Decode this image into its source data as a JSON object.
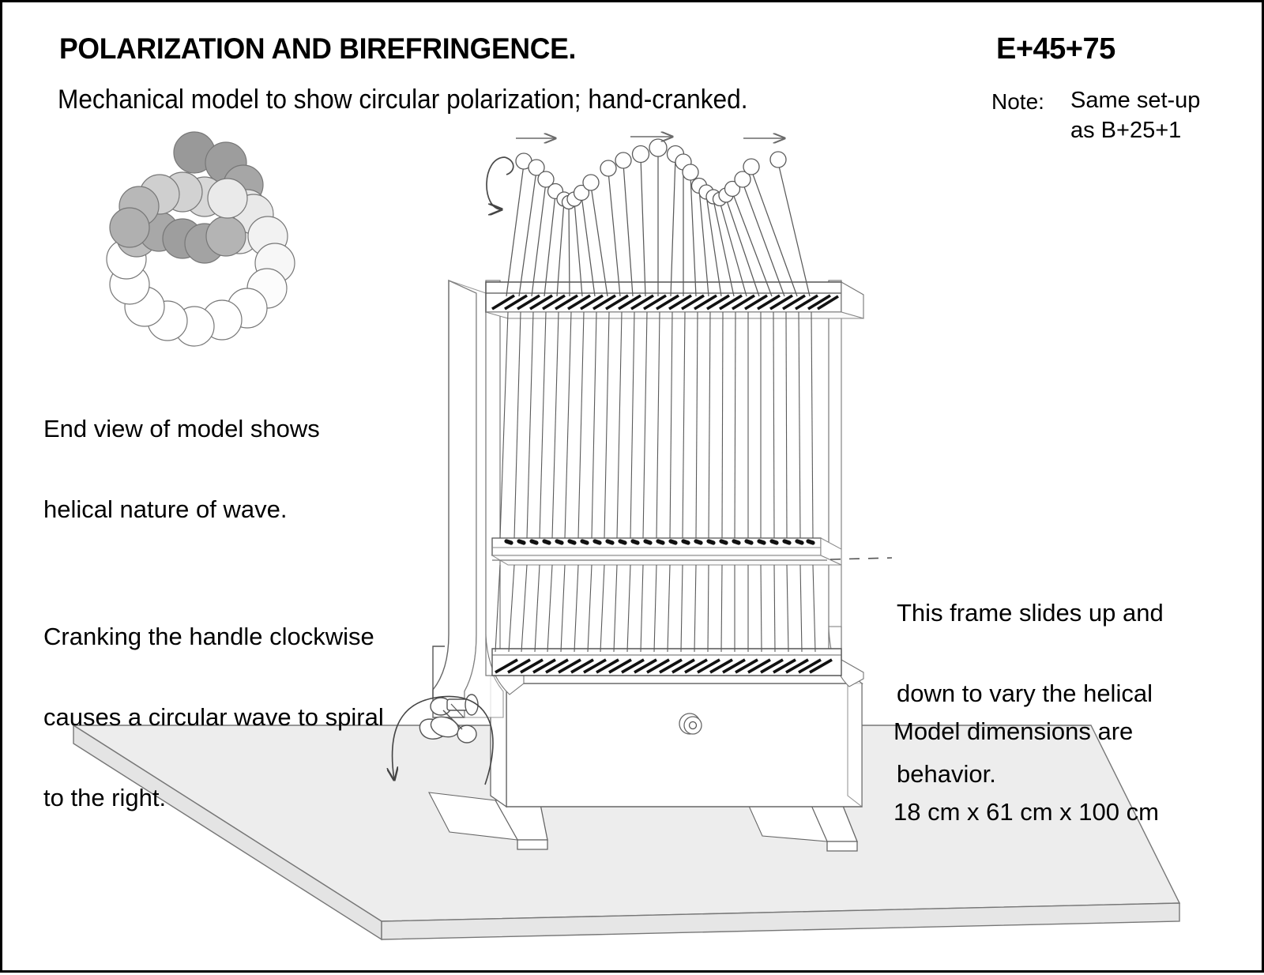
{
  "header": {
    "title": "POLARIZATION AND BIREFRINGENCE.",
    "code": "E+45+75",
    "subtitle": "Mechanical model to show circular polarization; hand-cranked.",
    "note_label": "Note:",
    "note_line1": "Same set-up",
    "note_line2": "as B+25+1"
  },
  "captions": {
    "end_view_line1": "End view of model shows",
    "end_view_line2": "helical nature of wave.",
    "crank_line1": "Cranking the handle clockwise",
    "crank_line2": "causes a circular wave to spiral",
    "crank_line3": "to the right.",
    "frame_line1": "This frame slides up and",
    "frame_line2": "down to vary the helical",
    "frame_line3": "behavior.",
    "dims_line1": "Model dimensions are",
    "dims_line2": "18 cm x 61 cm x 100 cm"
  },
  "colors": {
    "ink": "#000000",
    "line": "#555555",
    "light_line": "#888888",
    "table_top": "#ededed",
    "table_edge": "#e2e2e2",
    "panel_fill": "#ffffff"
  },
  "diagram": {
    "helix_icon_label": "helix-end-view",
    "rotation_arrow_label": "counter-rotation-arrow",
    "travel_arrow_count": 3,
    "rod_count": 28,
    "crank_label": "hand-crank-handle",
    "knob_label": "cabinet-knob"
  }
}
